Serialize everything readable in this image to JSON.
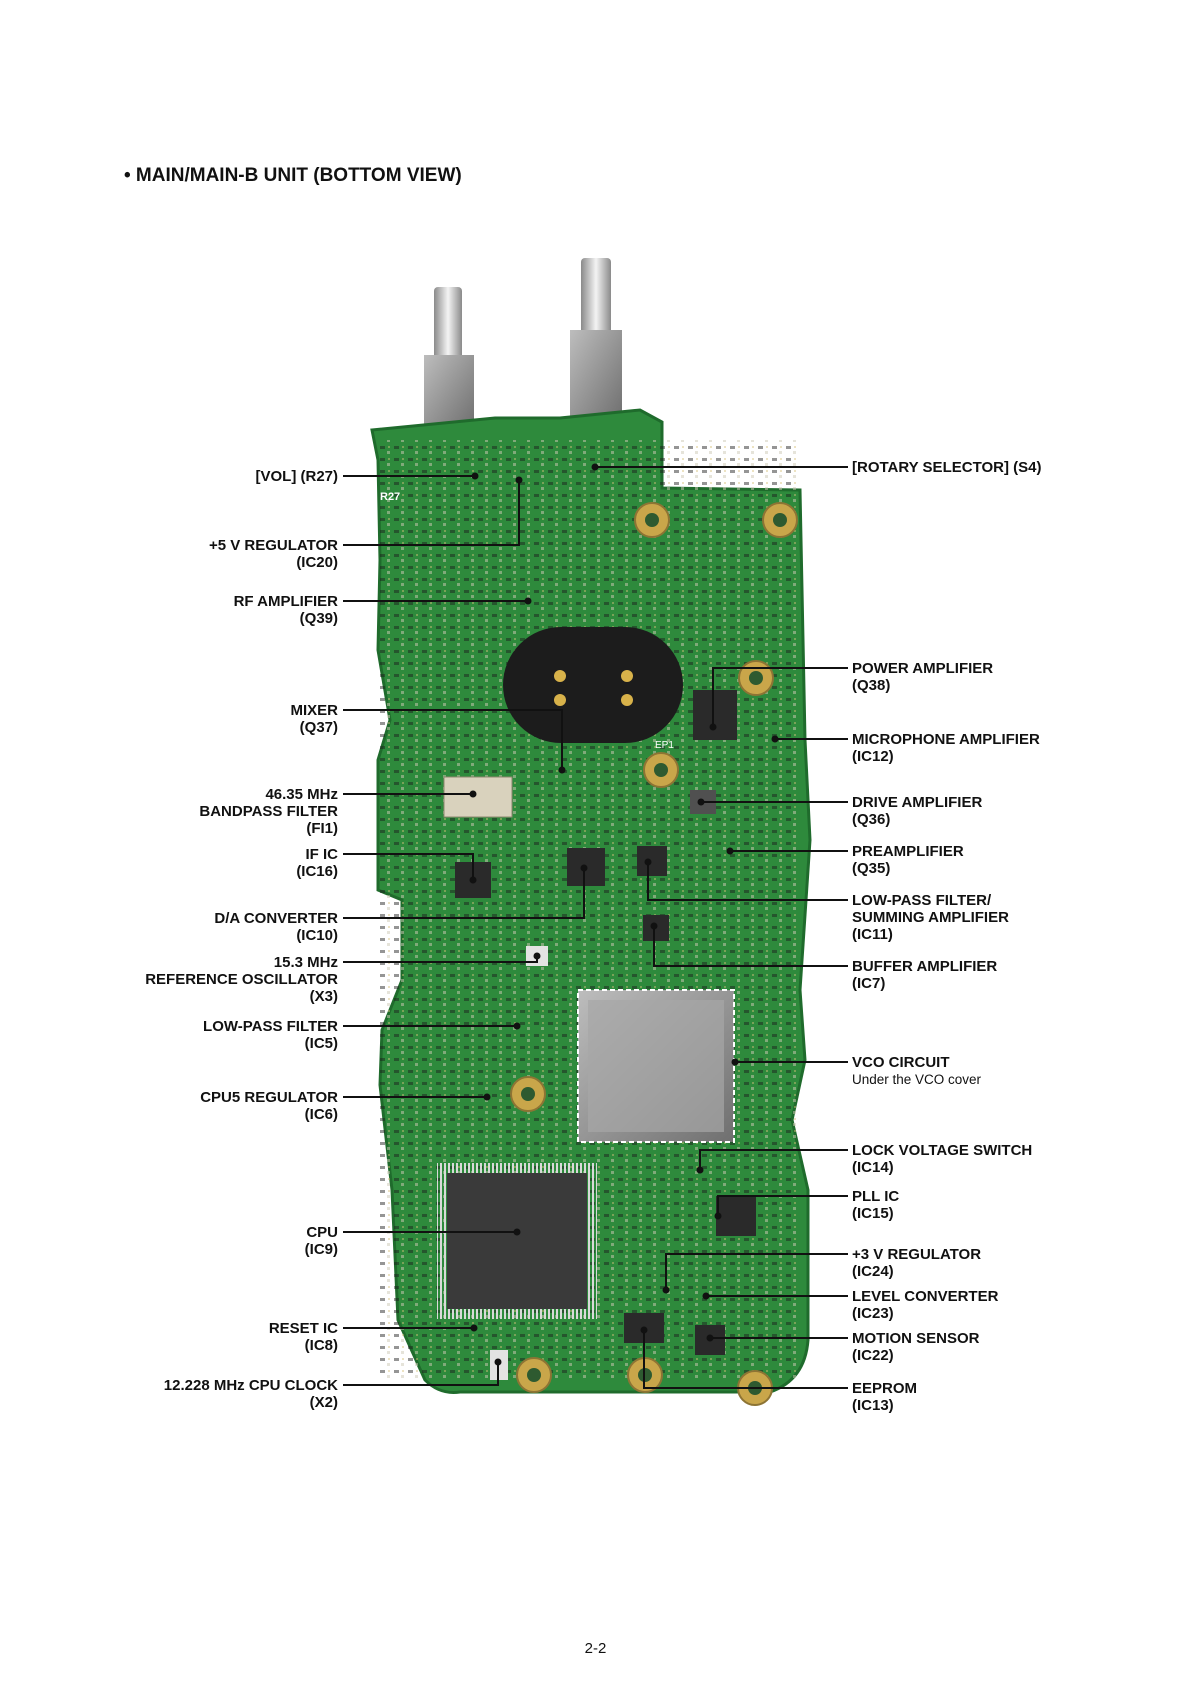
{
  "title": "• MAIN/MAIN-B UNIT (BOTTOM VIEW)",
  "page_number": "2-2",
  "labels_left": [
    {
      "id": "vol",
      "lines": [
        "[VOL] (R27)"
      ]
    },
    {
      "id": "ic20",
      "lines": [
        "+5 V REGULATOR",
        "(IC20)"
      ]
    },
    {
      "id": "q39",
      "lines": [
        "RF AMPLIFIER",
        "(Q39)"
      ]
    },
    {
      "id": "q37",
      "lines": [
        "MIXER",
        "(Q37)"
      ]
    },
    {
      "id": "fi1",
      "lines": [
        "46.35 MHz",
        "BANDPASS FILTER",
        "(FI1)"
      ]
    },
    {
      "id": "ic16",
      "lines": [
        "IF IC",
        "(IC16)"
      ]
    },
    {
      "id": "ic10",
      "lines": [
        "D/A CONVERTER",
        "(IC10)"
      ]
    },
    {
      "id": "x3",
      "lines": [
        "15.3 MHz",
        "REFERENCE OSCILLATOR",
        "(X3)"
      ]
    },
    {
      "id": "ic5",
      "lines": [
        "LOW-PASS FILTER",
        "(IC5)"
      ]
    },
    {
      "id": "ic6",
      "lines": [
        "CPU5 REGULATOR",
        "(IC6)"
      ]
    },
    {
      "id": "ic9",
      "lines": [
        "CPU",
        "(IC9)"
      ]
    },
    {
      "id": "ic8",
      "lines": [
        "RESET IC",
        "(IC8)"
      ]
    },
    {
      "id": "x2",
      "lines": [
        "12.228 MHz CPU CLOCK",
        "(X2)"
      ]
    }
  ],
  "labels_right": [
    {
      "id": "s4",
      "lines": [
        "[ROTARY SELECTOR] (S4)"
      ]
    },
    {
      "id": "q38",
      "lines": [
        "POWER AMPLIFIER",
        "(Q38)"
      ]
    },
    {
      "id": "ic12",
      "lines": [
        "MICROPHONE AMPLIFIER",
        "(IC12)"
      ]
    },
    {
      "id": "q36",
      "lines": [
        "DRIVE AMPLIFIER",
        "(Q36)"
      ]
    },
    {
      "id": "q35",
      "lines": [
        "PREAMPLIFIER",
        "(Q35)"
      ]
    },
    {
      "id": "ic11",
      "lines": [
        "LOW-PASS FILTER/",
        "SUMMING AMPLIFIER",
        "(IC11)"
      ]
    },
    {
      "id": "ic7",
      "lines": [
        "BUFFER AMPLIFIER",
        "(IC7)"
      ]
    },
    {
      "id": "vco",
      "lines": [
        "VCO CIRCUIT"
      ],
      "note": "Under the VCO cover"
    },
    {
      "id": "ic14",
      "lines": [
        "LOCK VOLTAGE SWITCH",
        "(IC14)"
      ]
    },
    {
      "id": "ic15",
      "lines": [
        "PLL IC",
        "(IC15)"
      ]
    },
    {
      "id": "ic24",
      "lines": [
        "+3 V REGULATOR",
        "(IC24)"
      ]
    },
    {
      "id": "ic23",
      "lines": [
        "LEVEL CONVERTER",
        "(IC23)"
      ]
    },
    {
      "id": "ic22",
      "lines": [
        "MOTION SENSOR",
        "(IC22)"
      ]
    },
    {
      "id": "ic13",
      "lines": [
        "EEPROM",
        "(IC13)"
      ]
    }
  ],
  "board_silkscreen": {
    "r27": "R27",
    "ep": "EP1"
  },
  "colors": {
    "pcb": "#2e8a3c",
    "pcb_dark": "#1f6b2c",
    "gold": "#c9a64a",
    "knob_blue": "#5aa6d8"
  }
}
